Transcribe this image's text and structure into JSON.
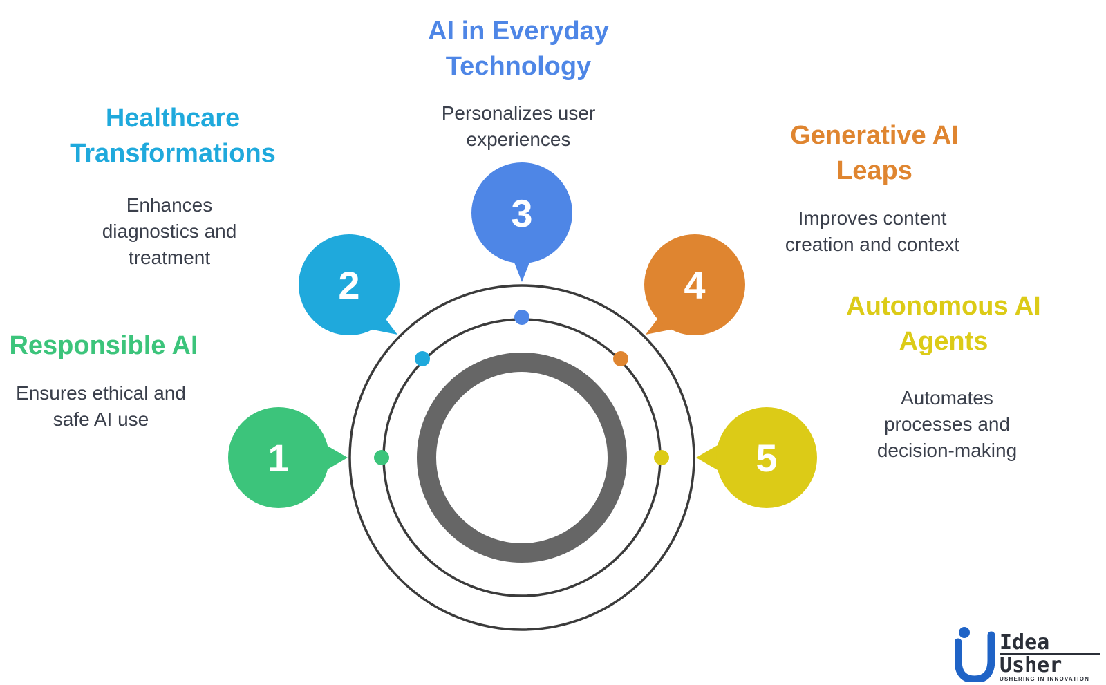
{
  "colors": {
    "ring": "#3b3b3b",
    "inner_ring": "#666666",
    "step1": "#3cc47b",
    "step2": "#1fa9dc",
    "step3": "#4e86e6",
    "step4": "#df8530",
    "step5": "#dccb17",
    "logo_blue": "#1f63c6"
  },
  "steps": [
    {
      "number": "1",
      "title": "Responsible AI",
      "description": "Ensures ethical and\nsafe AI use",
      "color": "#3cc47b"
    },
    {
      "number": "2",
      "title": "Healthcare\nTransformations",
      "description": "Enhances\ndiagnostics and\ntreatment",
      "color": "#1fa9dc"
    },
    {
      "number": "3",
      "title": "AI in Everyday\nTechnology",
      "description": "Personalizes user\nexperiences",
      "color": "#4e86e6"
    },
    {
      "number": "4",
      "title": "Generative AI\nLeaps",
      "description": "Improves content\ncreation and context",
      "color": "#df8530"
    },
    {
      "number": "5",
      "title": "Autonomous AI\nAgents",
      "description": "Automates\nprocesses and\ndecision-making",
      "color": "#dccb17"
    }
  ],
  "logo": {
    "word_top": "Idea",
    "word_bottom": "Usher",
    "tagline": "USHERING IN INNOVATION"
  }
}
